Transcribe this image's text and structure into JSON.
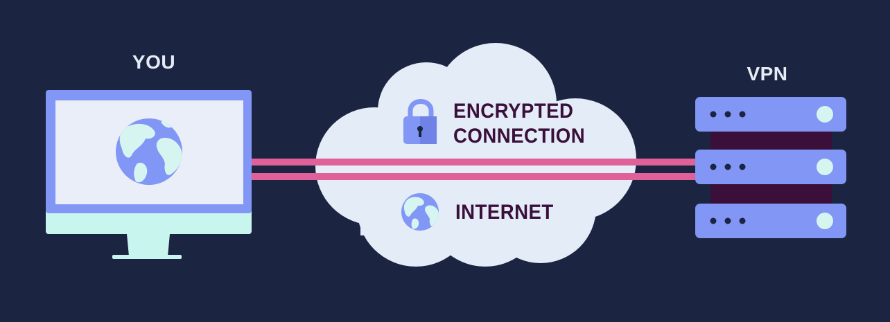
{
  "labels": {
    "you": "YOU",
    "vpn": "VPN",
    "encrypted_line1": "ENCRYPTED",
    "encrypted_line2": "CONNECTION",
    "internet": "INTERNET"
  },
  "icons": {
    "monitor": "monitor-icon",
    "globe": "globe-icon",
    "lock": "lock-icon",
    "cloud": "cloud-icon",
    "server": "server-icon"
  },
  "colors": {
    "background": "#1b2440",
    "label_light": "#e6ecf5",
    "label_dark": "#3a0f3a",
    "monitor_frame": "#8196f5",
    "monitor_screen": "#e9eef8",
    "monitor_base": "#c9f5ef",
    "globe_ocean": "#8196f5",
    "globe_land": "#d6f5f0",
    "cloud": "#e3ecf7",
    "tunnel": "#e0609a",
    "server": "#8196f5",
    "server_back": "#3a0f3a",
    "server_light": "#d6f5f0",
    "server_dot": "#1b2440",
    "lock_body": "#8196f5",
    "lock_shackle": "#8196f5"
  }
}
